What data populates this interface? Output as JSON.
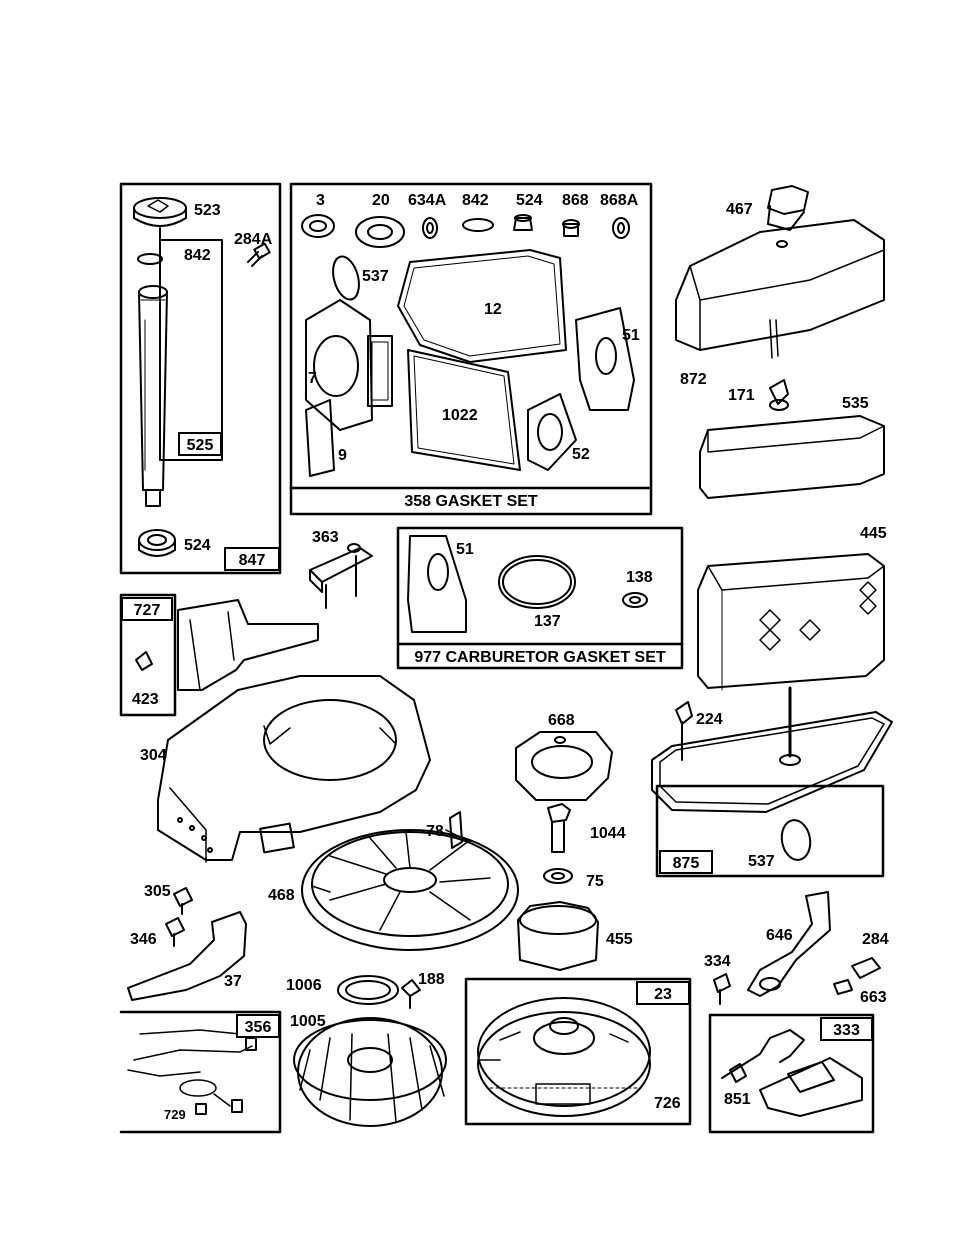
{
  "groups": {
    "dipstick_kit": "847",
    "dipstick_tube_kit": "525",
    "gasket_set": "358 GASKET SET",
    "carb_gasket_set": "977 CARBURETOR GASKET SET",
    "blower_group": "727",
    "air_cleaner_base_group": "875",
    "flywheel_group": "23",
    "ignition_group": "333",
    "wire_harness_group": "356"
  },
  "part_labels": {
    "p523": "523",
    "p842a": "842",
    "p284a": "284A",
    "p524a": "524",
    "p3": "3",
    "p20": "20",
    "p634a": "634A",
    "p842b": "842",
    "p524b": "524",
    "p868": "868",
    "p868a": "868A",
    "p537a": "537",
    "p12": "12",
    "p51a": "51",
    "p7": "7",
    "p1022": "1022",
    "p9": "9",
    "p52": "52",
    "p467": "467",
    "p872": "872",
    "p171": "171",
    "p535": "535",
    "p445": "445",
    "p363": "363",
    "p51b": "51",
    "p137": "137",
    "p138": "138",
    "p423": "423",
    "p304": "304",
    "p668": "668",
    "p224": "224",
    "p78": "78",
    "p1044": "1044",
    "p75": "75",
    "p537b": "537",
    "p468": "468",
    "p455": "455",
    "p305": "305",
    "p346": "346",
    "p37": "37",
    "p1006": "1006",
    "p188": "188",
    "p1005": "1005",
    "p726": "726",
    "p646": "646",
    "p334": "334",
    "p284": "284",
    "p663": "663",
    "p851": "851",
    "p729": "729"
  },
  "icons": [
    "oil-fill-cap",
    "dipstick-tube",
    "gasket",
    "air-filter",
    "blower-housing",
    "flywheel",
    "ignition-armature",
    "wire-harness"
  ]
}
